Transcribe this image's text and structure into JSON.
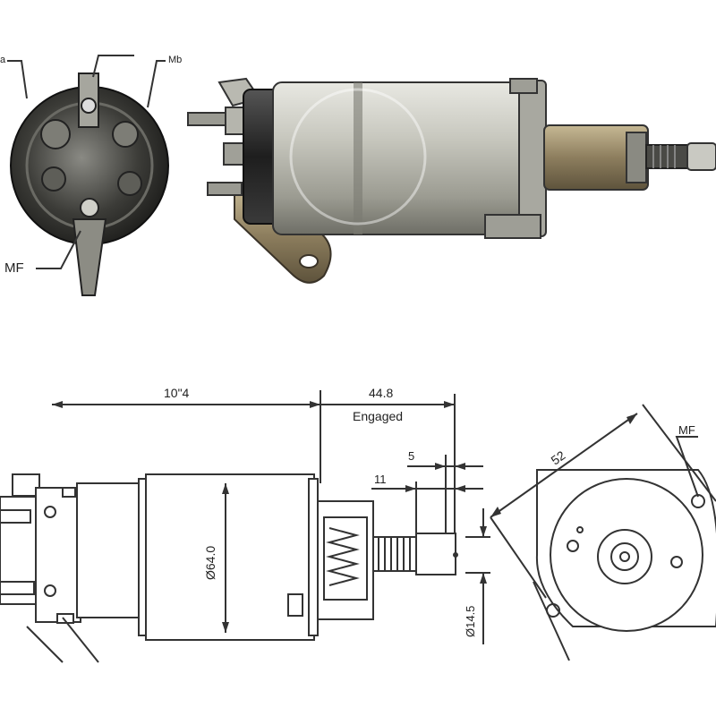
{
  "photo_labels": {
    "top_left_fragment": "a",
    "top_right": "Mb",
    "mf": "MF"
  },
  "dimensions": {
    "overall_length": "10\"4",
    "engaged_offset": "44.8",
    "engaged_word": "Engaged",
    "travel_small": "5",
    "travel_large": "11",
    "body_diameter": "Ø64.0",
    "shaft_diameter": "Ø14.5"
  },
  "end_view": {
    "mf": "MF",
    "bolt_spacing": "52"
  },
  "colors": {
    "line": "#333333",
    "photo_dark": "#2a2a2a",
    "photo_silver": "#b8b8b0",
    "photo_bronze": "#9a8c6e"
  }
}
